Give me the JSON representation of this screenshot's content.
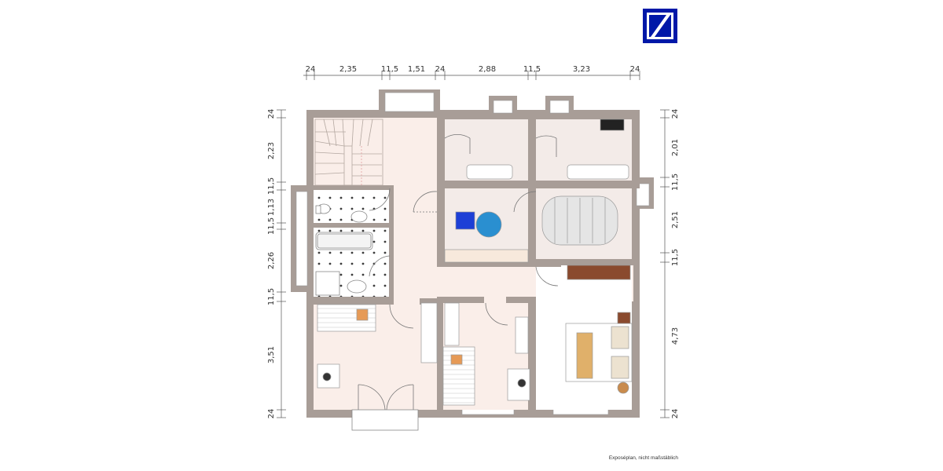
{
  "logo": {
    "color": "#0018a8",
    "name": "deutsche-bank-logo"
  },
  "colors": {
    "wall": "#a89d97",
    "floor": "#faeee9",
    "room": "#f3ebe8",
    "tile": "#ffffff",
    "grid": "#b9b9b9",
    "wood": "#8a4a2e",
    "pillow": "#c98b4d",
    "accent": "#e69a56",
    "blue": "#1d3fd6",
    "tank": "#2a8fd0"
  },
  "dimensions": {
    "top": [
      "24",
      "2,35",
      "11,5",
      "1,51",
      "24",
      "2,88",
      "11,5",
      "3,23",
      "24"
    ],
    "left": [
      "24",
      "2,23",
      "11,5",
      "1,13",
      "11,5",
      "2,26",
      "11,5",
      "3,51",
      "24"
    ],
    "right": [
      "24",
      "2,01",
      "11,5",
      "2,51",
      "11,5",
      "4,73",
      "24"
    ]
  },
  "caption": "Exposéplan, nicht maßstäblich"
}
